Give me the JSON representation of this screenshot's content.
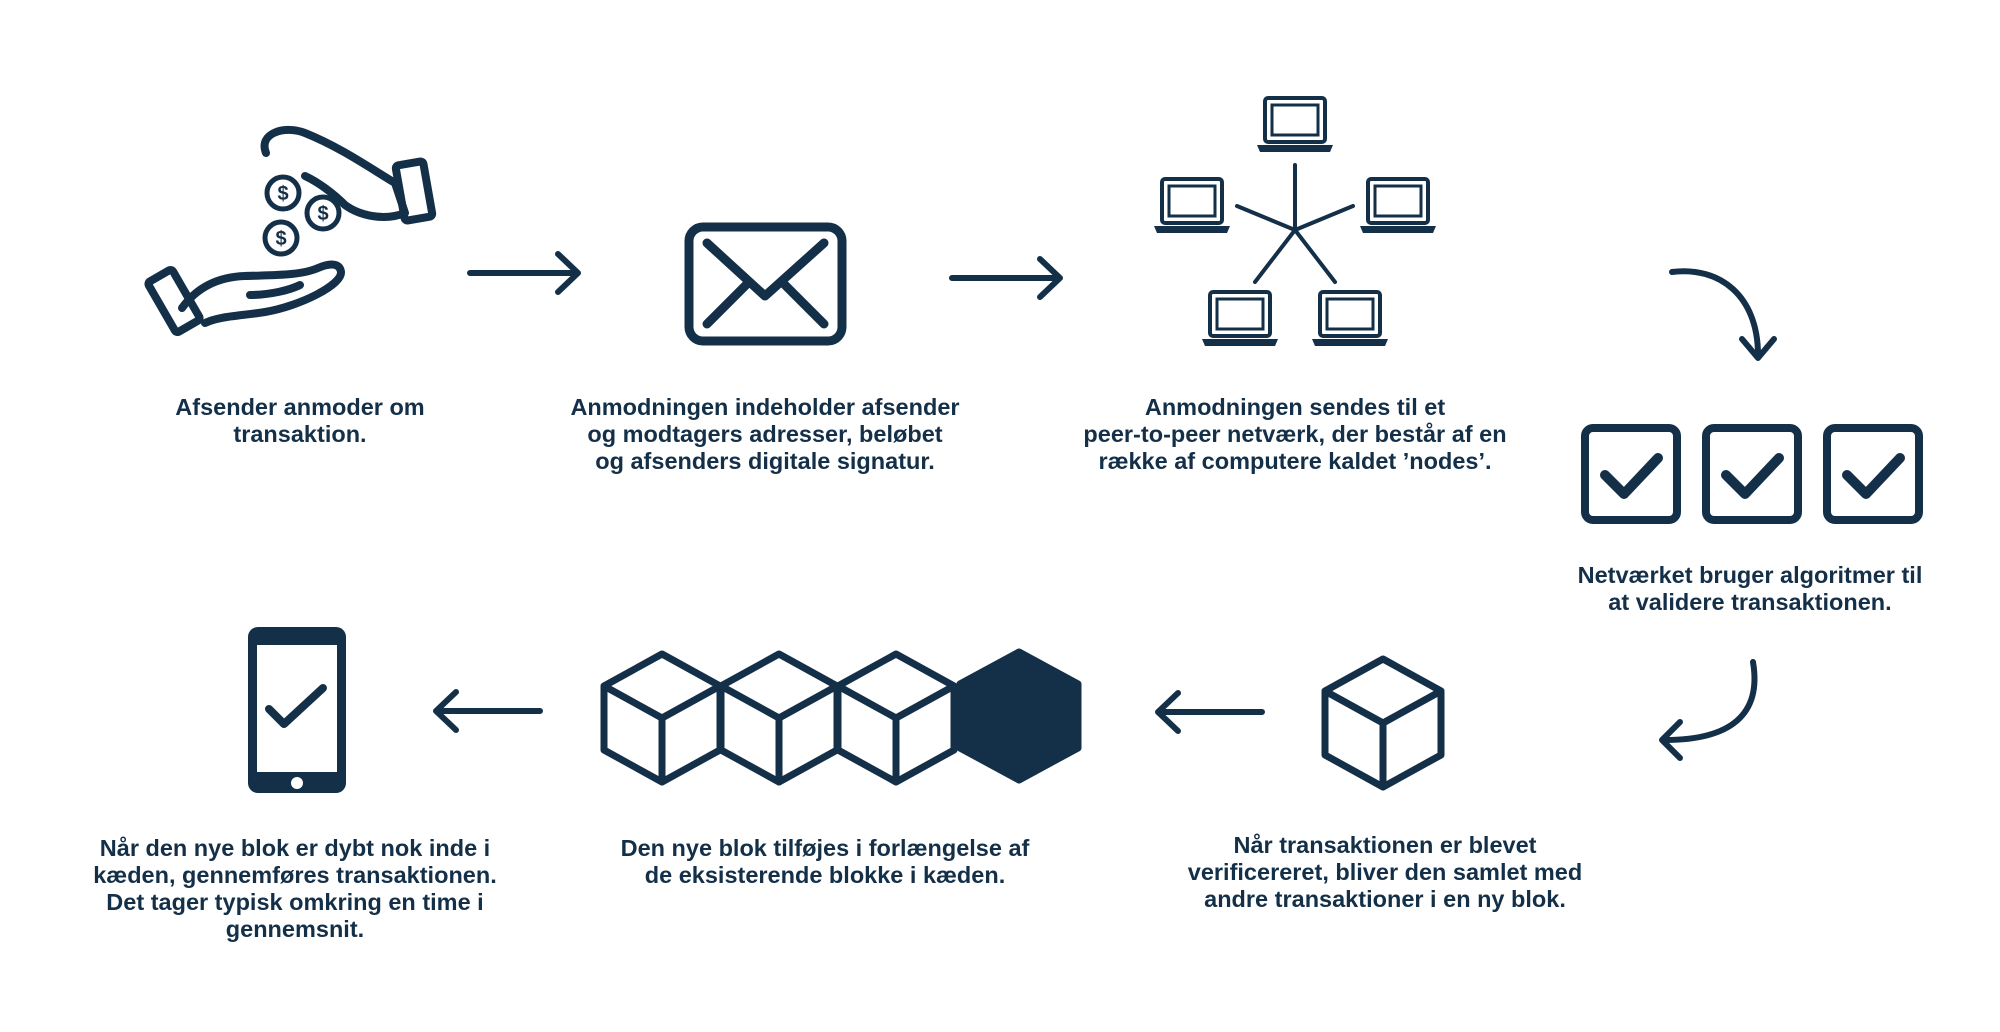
{
  "colors": {
    "ink": "#143049",
    "background": "#ffffff"
  },
  "steps": [
    {
      "id": "request",
      "icon": "hands-coins-icon",
      "lines": [
        "Afsender anmoder om",
        "transaktion."
      ]
    },
    {
      "id": "envelope",
      "icon": "envelope-icon",
      "lines": [
        "Anmodningen indeholder afsender",
        "og modtagers adresser, beløbet",
        "og afsenders digitale signatur."
      ]
    },
    {
      "id": "network",
      "icon": "network-laptops-icon",
      "lines": [
        "Anmodningen sendes til et",
        "peer-to-peer netværk, der består af en",
        "række af computere kaldet ’nodes’."
      ]
    },
    {
      "id": "validate",
      "icon": "checkboxes-icon",
      "lines": [
        "Netværket bruger algoritmer til",
        "at validere transaktionen."
      ]
    },
    {
      "id": "block",
      "icon": "cube-icon",
      "lines": [
        "Når transaktionen er blevet",
        "verificereret, bliver den samlet med",
        "andre transaktioner i en ny blok."
      ]
    },
    {
      "id": "chain",
      "icon": "blockchain-icon",
      "lines": [
        "Den nye blok tilføjes i forlængelse af",
        "de eksisterende blokke i kæden."
      ]
    },
    {
      "id": "complete",
      "icon": "smartphone-check-icon",
      "lines": [
        "Når den nye blok er dybt nok inde i",
        "kæden, gennemføres transaktionen.",
        "Det tager typisk omkring en time i",
        "gennemsnit."
      ]
    }
  ]
}
